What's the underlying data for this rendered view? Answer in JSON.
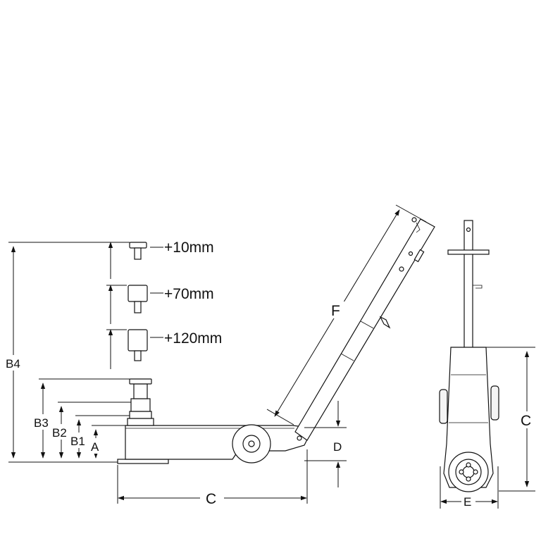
{
  "labels": {
    "B4": "B4",
    "B3": "B3",
    "B2": "B2",
    "B1": "B1",
    "A": "A",
    "C_side": "C",
    "D": "D",
    "F": "F",
    "C_front": "C",
    "E": "E"
  },
  "extensions": [
    {
      "label": "+10mm"
    },
    {
      "label": "+70mm"
    },
    {
      "label": "+120mm"
    }
  ],
  "colors": {
    "line": "#111111",
    "fill": "#ffffff",
    "background": "#ffffff"
  }
}
